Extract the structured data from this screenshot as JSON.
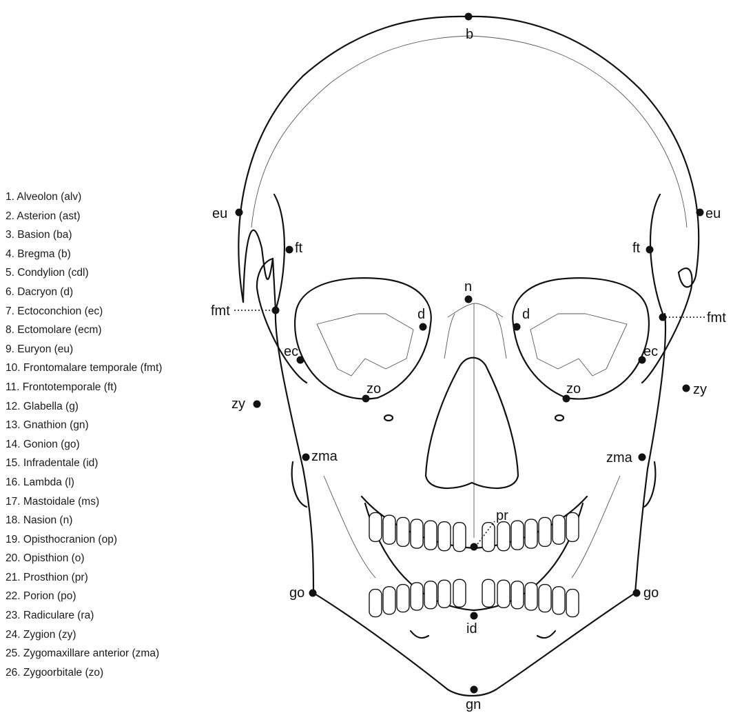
{
  "legend": [
    "1. Alveolon (alv)",
    "2. Asterion (ast)",
    "3. Basion (ba)",
    "4. Bregma (b)",
    "5. Condylion (cdl)",
    "6. Dacryon (d)",
    "7. Ectoconchion (ec)",
    "8. Ectomolare (ecm)",
    "9. Euryon (eu)",
    "10. Frontomalare temporale (fmt)",
    "11. Frontotemporale (ft)",
    "12. Glabella (g)",
    "13. Gnathion (gn)",
    "14. Gonion (go)",
    "15. Infradentale (id)",
    "16. Lambda (l)",
    "17. Mastoidale (ms)",
    "18. Nasion (n)",
    "19. Opisthocranion (op)",
    "20. Opisthion (o)",
    "21. Prosthion (pr)",
    "22. Porion (po)",
    "23. Radiculare (ra)",
    "24. Zygion (zy)",
    "25. Zygomaxillare anterior (zma)",
    "26. Zygoorbitale (zo)"
  ],
  "landmarks": {
    "b": "b",
    "eu": "eu",
    "ft": "ft",
    "fmt": "fmt",
    "n": "n",
    "d": "d",
    "ec": "ec",
    "zo": "zo",
    "zy": "zy",
    "zma": "zma",
    "pr": "pr",
    "go": "go",
    "id": "id",
    "gn": "gn"
  }
}
